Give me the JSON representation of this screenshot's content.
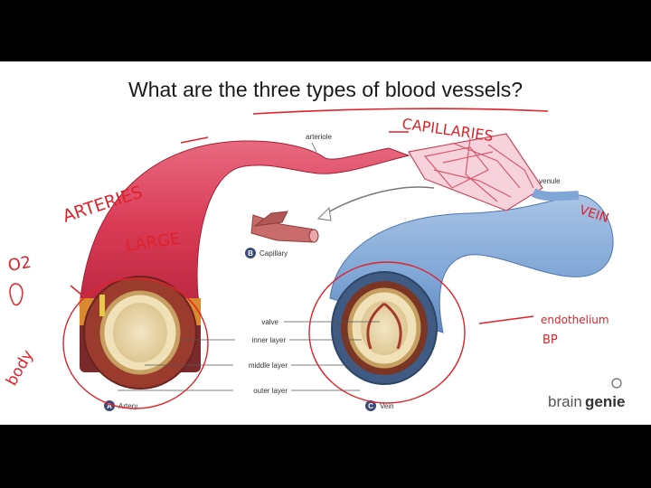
{
  "slide": {
    "title": "What are the three types of blood vessels?"
  },
  "diagram": {
    "labels": {
      "arteriole": "arteriole",
      "venule": "venule",
      "valve": "valve",
      "inner_layer": "inner layer",
      "middle_layer": "middle layer",
      "outer_layer": "outer layer"
    },
    "panels": [
      {
        "letter": "A",
        "name": "Artery"
      },
      {
        "letter": "B",
        "name": "Capillary"
      },
      {
        "letter": "C",
        "name": "Vein"
      }
    ]
  },
  "annotations": {
    "arteries": "ARTERIES",
    "capillaries": "CAPILLARIES",
    "large": "LARGE",
    "vein": "VEIN",
    "o2": "O2",
    "body": "body",
    "endothelium": "endothelium",
    "bp": "BP"
  },
  "brand": {
    "name_light": "brain",
    "name_bold": "genie"
  },
  "colors": {
    "artery": "#d93a55",
    "vein": "#7fa6d6",
    "ink": "#e0222a"
  }
}
